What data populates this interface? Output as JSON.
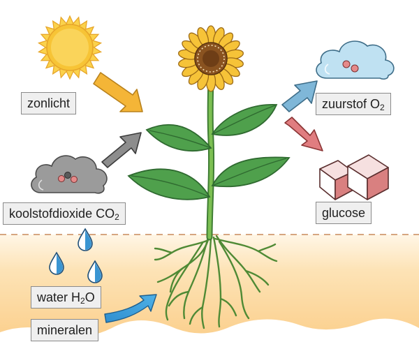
{
  "labels": {
    "sunlight": {
      "text": "zonlicht"
    },
    "oxygen": {
      "text": "zuurstof O",
      "sub": "2"
    },
    "carbon_dioxide": {
      "text": "koolstofdioxide CO",
      "sub": "2"
    },
    "glucose": {
      "text": "glucose"
    },
    "water": {
      "text": "water H",
      "sub": "2",
      "after": "O"
    },
    "minerals": {
      "text": "mineralen"
    }
  },
  "colors": {
    "sun": "#f7c436",
    "sunlight_arrow": "#f4b537",
    "co2_arrow": "#8d8d8d",
    "o2_arrow": "#7fb7d8",
    "glucose_arrow": "#e07d80",
    "leaf": "#4fa04c",
    "stem": "#6fae4c",
    "roots": "#5e9a3b",
    "soil": "#fbd9a0",
    "water_drop": "#3a95d2",
    "label_bg": "#efefef"
  },
  "icons": [
    "sun-icon",
    "co2-cloud-icon",
    "o2-cloud-icon",
    "glucose-cubes-icon",
    "sunflower-icon",
    "water-drop-icon"
  ]
}
